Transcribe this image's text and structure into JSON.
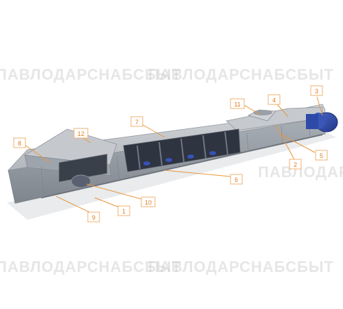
{
  "watermark": "ПАВЛОДАРСНАБСБЫТ",
  "callouts": [
    "1",
    "2",
    "3",
    "4",
    "5",
    "6",
    "7",
    "8",
    "9",
    "10",
    "11",
    "12"
  ],
  "colors": {
    "callout_border": "#f0b070",
    "callout_text": "#e07a20",
    "leader_line": "#e8963a",
    "housing": "#b7bcc3",
    "housing_dark": "#8e949c",
    "motor": "#2d4aa8",
    "inner": "#2e3440"
  }
}
